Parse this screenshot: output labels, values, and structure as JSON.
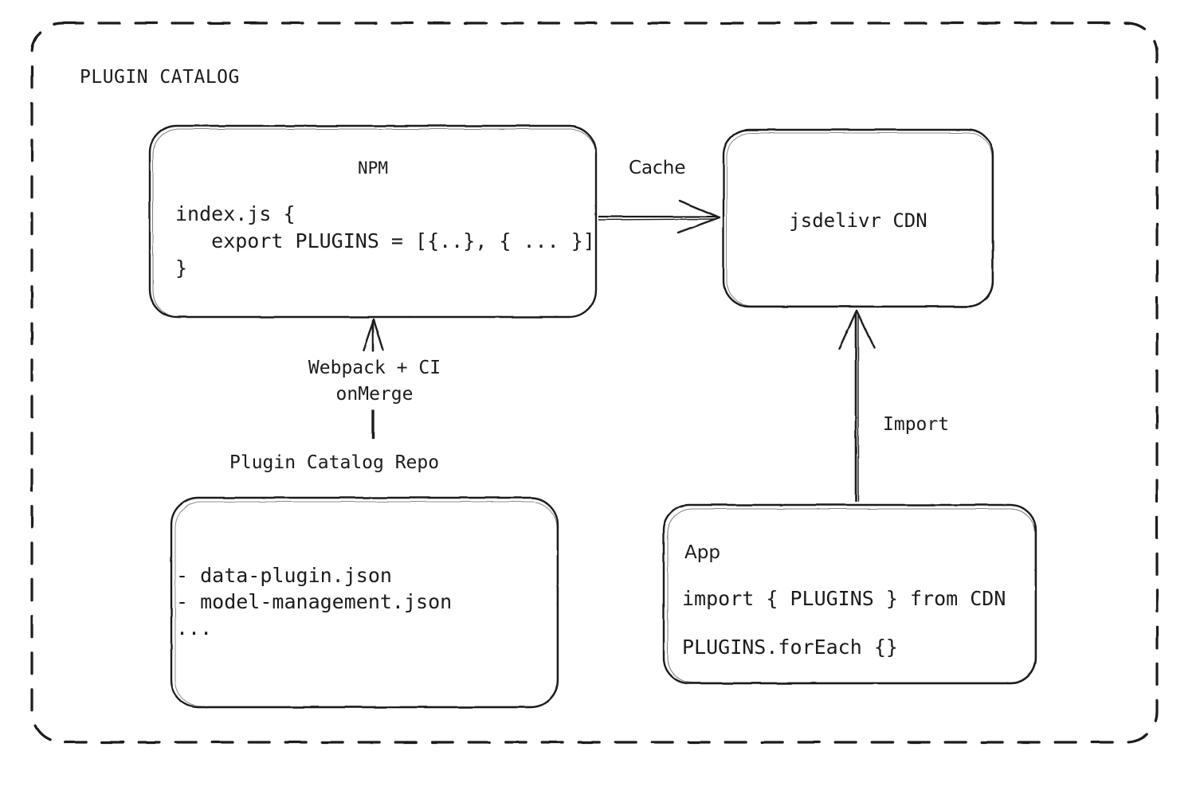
{
  "diagram": {
    "title": "PLUGIN CATALOG",
    "background": "#ffffff",
    "stroke_color": "#1b1b1b",
    "nodes": {
      "npm": {
        "title": "NPM",
        "code_lines": "index.js {\n   export PLUGINS = [{..}, { ... }]\n}"
      },
      "cdn": {
        "title": "jsdelivr CDN"
      },
      "repo": {
        "caption": "Plugin Catalog Repo",
        "items": "- data-plugin.json\n- model-management.json\n..."
      },
      "app": {
        "title": "App",
        "import_line": "import { PLUGINS } from CDN",
        "foreach_line": "PLUGINS.forEach {}"
      }
    },
    "edges": {
      "cache": "Cache",
      "build": "Webpack + CI\nonMerge",
      "import": "Import"
    }
  }
}
